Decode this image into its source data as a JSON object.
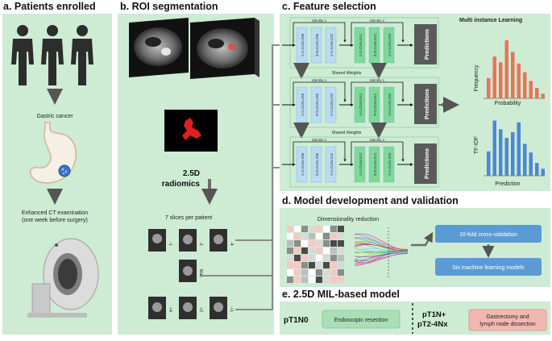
{
  "panels": {
    "a": {
      "title": "a. Patients enrolled",
      "gastric_cancer": "Gastric cancer",
      "ct_line1": "Enhanced CT examination",
      "ct_line2": "(one week before surgery)"
    },
    "b": {
      "title": "b. ROI segmentation",
      "radiomics_line1": "2.5D",
      "radiomics_line2": "radiomics",
      "slices_caption": "7 slices per patient",
      "slice_labels": [
        "-1",
        "-2",
        "-4",
        "Max",
        "+4",
        "+2",
        "+1"
      ]
    },
    "c": {
      "title": "c. Feature selection",
      "identity": "Identity x",
      "shared_weights": "Shared Weights",
      "block_a": [
        "1×1,Conv,256",
        "3×3,Conv,256",
        "1×1,Conv,102"
      ],
      "block_b": [
        "1×1,Conv,512",
        "3×3,Conv,512",
        "1×1,Conv,204"
      ],
      "predictions": "Predictions",
      "mil_title": "Multi instance Learning",
      "frequency": "Frequency",
      "probability": "Probability",
      "tfidf": "TF-IDF",
      "prediction": "Prediction",
      "hist_top": [
        0.35,
        0.72,
        0.62,
        1.0,
        0.8,
        0.6,
        0.45,
        0.3,
        0.18,
        0.08
      ],
      "hist_bottom": [
        0.42,
        0.95,
        0.8,
        0.65,
        0.75,
        0.92,
        0.55,
        0.4,
        0.22,
        0.12
      ]
    },
    "d": {
      "title": "d. Model development and validation",
      "dimred": "Dimensionality reduction",
      "cv": "10-fold cross-validation",
      "ml": "Six machine learning models"
    },
    "e": {
      "title": "e. 2.5D MIL-based model",
      "n0": "pT1N0",
      "endoscopic": "Endoscopic resection",
      "nplus_line1": "pT1N+",
      "nplus_line2": "pT2-4Nx",
      "gastrectomy_line1": "Gastrectomy and",
      "gastrectomy_line2": "lymph node dissection"
    }
  },
  "colors": {
    "panel_bg": "#cdecd3",
    "arrow": "#6d6d6d",
    "conv_blue": "#b9dcf2",
    "conv_green": "#7ed99a",
    "pred_box": "#5a5a5a",
    "hist_red": "#e8735a",
    "hist_blue": "#4e86d8",
    "cv_box": "#5b9bd5",
    "endo_box": "#a9dfb8",
    "gastrectomy_box": "#f2b8b0"
  }
}
